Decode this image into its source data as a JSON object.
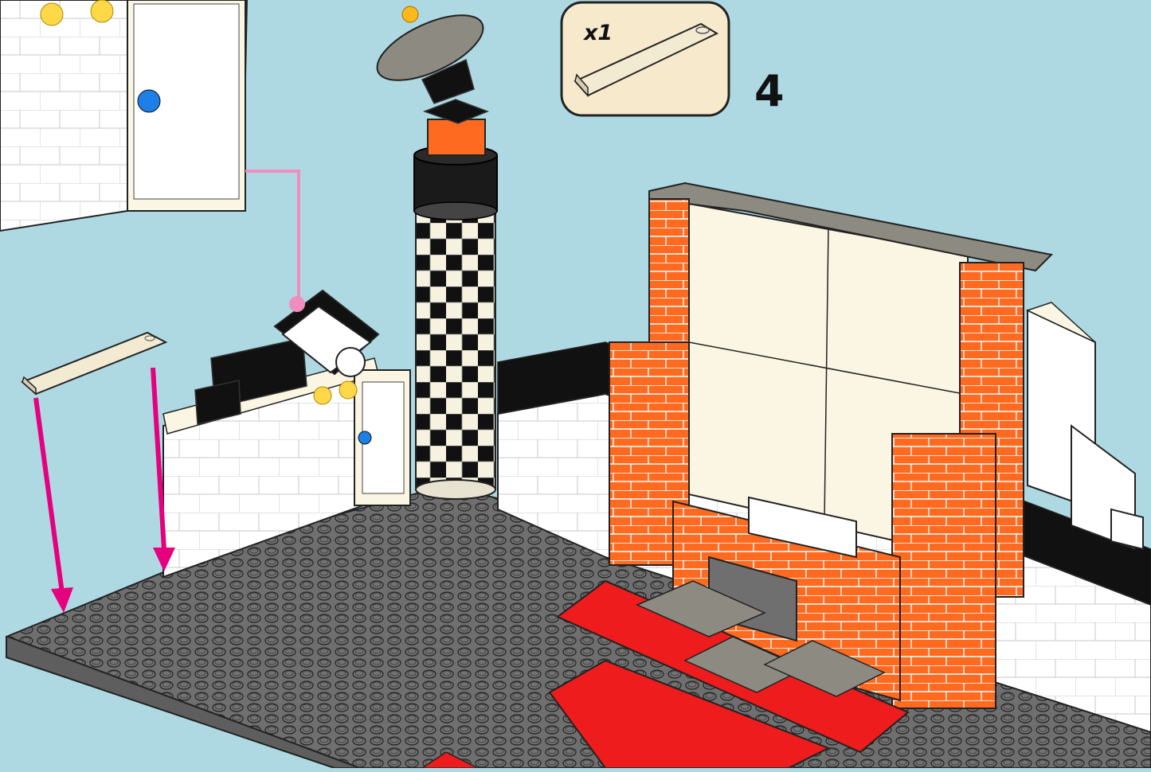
{
  "instruction": {
    "step_number": "4",
    "parts_list": [
      {
        "quantity": "x1",
        "part_name": "white-wedge-slope-part",
        "color": "#f3ead2"
      }
    ]
  },
  "colors": {
    "background": "#aed9e3",
    "baseplate": "#6f6f6f",
    "stud": "#6a6a6a",
    "orange_brick": "#ff6a21",
    "red_tile": "#ee1c1c",
    "tan_tile": "#8d8a82",
    "white_brick": "#ffffff",
    "cream_panel": "#fbf5e3",
    "black_brick": "#111111",
    "arrow_magenta": "#e6007e",
    "callout_pink": "#f08dbf",
    "parts_box_fill": "#f6e9cc"
  },
  "icons": {
    "callout_inset": "door-detail-inset",
    "placement_arrows": "down-arrow-icon"
  }
}
